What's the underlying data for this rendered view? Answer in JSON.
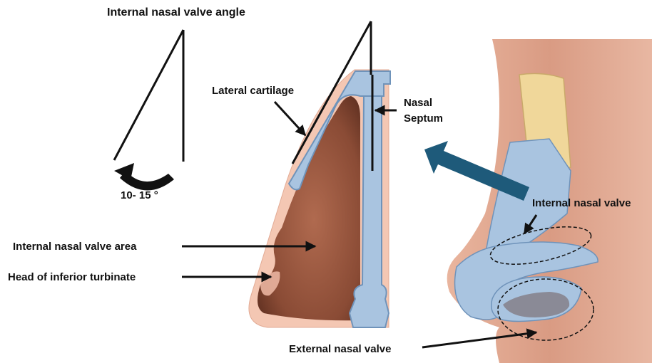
{
  "labels": {
    "valve_angle_title": "Internal nasal valve angle",
    "angle_value": "10- 15 °",
    "lateral_cartilage": "Lateral cartilage",
    "nasal_septum_line1": "Nasal",
    "nasal_septum_line2": "Septum",
    "internal_valve_area": "Internal nasal valve area",
    "inferior_turbinate_head": "Head of inferior turbinate",
    "internal_nasal_valve": "Internal nasal valve",
    "external_nasal_valve": "External nasal valve"
  },
  "colors": {
    "skin": "#f4c7b3",
    "skin_dark": "#d9957d",
    "cavity": "#8a4b35",
    "cartilage": "#a9c4e0",
    "cartilage_edge": "#6f93ba",
    "bone": "#f0d79a",
    "big_arrow": "#1e5a7a",
    "text": "#111111"
  }
}
